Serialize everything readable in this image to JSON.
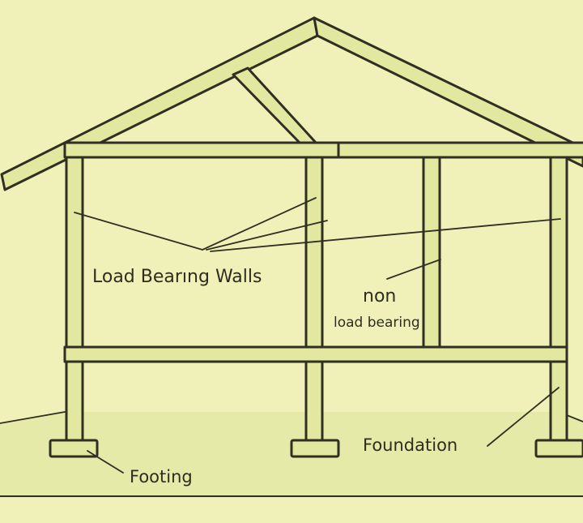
{
  "labels": {
    "load_bearing_walls": "Load Bearıng Walls",
    "non": "non",
    "load_bearing": "load bearing",
    "foundation": "Foundation",
    "footing": "Footing"
  },
  "colors": {
    "background": "#f0f1b9",
    "ground": "#e6eaa8",
    "timber": "#e3e8a0",
    "outline": "#2f2f22"
  }
}
